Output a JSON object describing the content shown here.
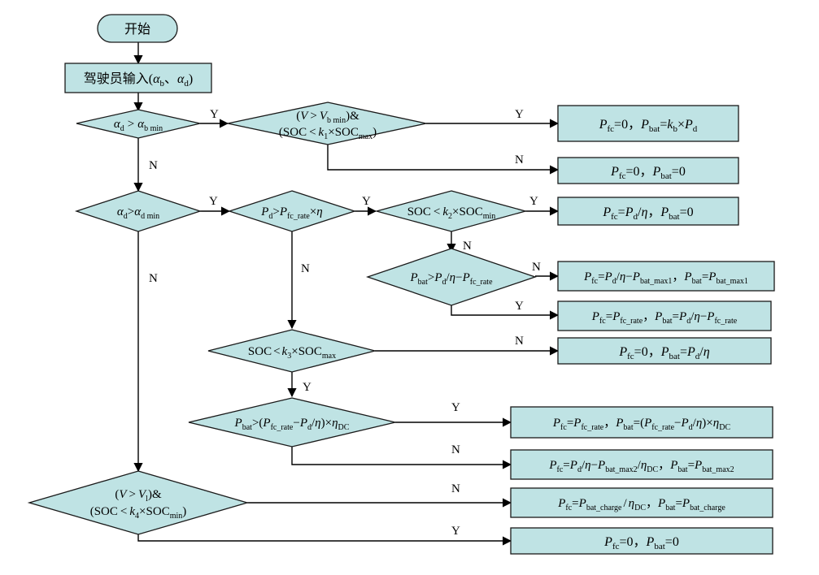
{
  "start": {
    "label": "开始"
  },
  "input": {
    "prefix": "驾驶员输入(",
    "a": "α",
    "b": "b",
    "sep": "、",
    "d": "d",
    "suffix": ")"
  },
  "symbols": {
    "alpha": "α",
    "eta": "η",
    "P": "P",
    "V": "V",
    "k": "k",
    "gt": ">",
    "lt": "<",
    "amp": "&",
    "times": "×",
    "minus": "−",
    "eq": "=",
    "comma": "，",
    "slash": "/",
    "soc": "SOC",
    "socmin": "SOC",
    "lp": "(",
    "rp": ")"
  },
  "subs": {
    "d": "d",
    "bmin": "b min",
    "dmin": "d min",
    "fc": "fc",
    "bat": "bat",
    "fcrate": "fc_rate",
    "max": "max",
    "min": "min",
    "DC": "DC",
    "batmax1": "bat_max1",
    "batmax2": "bat_max2",
    "batcharge": "bat_charge",
    "b": "b",
    "one": "1",
    "two": "2",
    "three": "3",
    "four": "4",
    "l": "l"
  },
  "numbers": {
    "zero": "0"
  },
  "yn": {
    "yes": "Y",
    "no": "N"
  }
}
